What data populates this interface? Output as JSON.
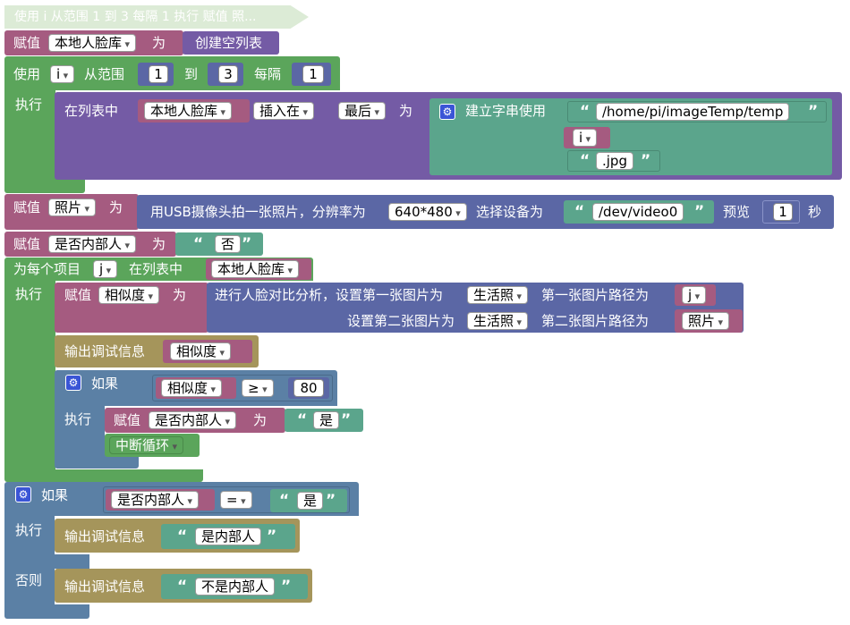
{
  "collapsed": {
    "label": "使用 i 从范围 1 到 3 每隔 1 执行 赋值 照..."
  },
  "labels": {
    "assign": "赋值",
    "to": "为",
    "execute": "执行",
    "if": "如果",
    "else": "否则",
    "use": "使用",
    "from_range": "从范围",
    "to_kw": "到",
    "every": "每隔",
    "in_list": "在列表中",
    "build_str": "建立字串使用",
    "for_each_item": "为每个项目",
    "in_list2": "在列表中",
    "debug": "输出调试信息",
    "preview": "预览",
    "seconds": "秒",
    "select_device": "选择设备为",
    "break_loop": "中断循环"
  },
  "block1": {
    "var": "本地人脸库",
    "value": "创建空列表"
  },
  "loop": {
    "var": "i",
    "from": "1",
    "to": "3",
    "step": "1"
  },
  "insert": {
    "list": "本地人脸库",
    "op": "插入在",
    "pos": "最后",
    "to": "为",
    "str1": "/home/pi/imageTemp/temp",
    "var": "i",
    "str3": ".jpg"
  },
  "photo": {
    "var": "照片",
    "action": "用USB摄像头拍一张照片，分辨率为",
    "resolution": "640*480",
    "device": "/dev/video0",
    "seconds": "1"
  },
  "insider": {
    "var": "是否内部人",
    "value": "否"
  },
  "foreach": {
    "var": "j",
    "list": "本地人脸库"
  },
  "similarity": {
    "var": "相似度",
    "analysis": "进行人脸对比分析，设置第一张图片为",
    "img1_type": "生活照",
    "path1_label": "第一张图片路径为",
    "path1": "j",
    "second": "设置第二张图片为",
    "img2_type": "生活照",
    "path2_label": "第二张图片路径为",
    "path2": "照片"
  },
  "debug1": {
    "var": "相似度"
  },
  "if1": {
    "var": "相似度",
    "op": "≥",
    "value": "80",
    "assign_var": "是否内部人",
    "assign_value": "是"
  },
  "if2": {
    "var": "是否内部人",
    "op": "=",
    "value": "是",
    "then_text": "是内部人",
    "else_text": "不是内部人"
  },
  "colors": {
    "variable": "#a55b80",
    "loop": "#5ba55b",
    "list": "#745ba5",
    "text": "#5ba58c",
    "logic": "#5b80a5",
    "math": "#5b67a5",
    "camera": "#5b67a5",
    "debug": "#a5955b"
  }
}
